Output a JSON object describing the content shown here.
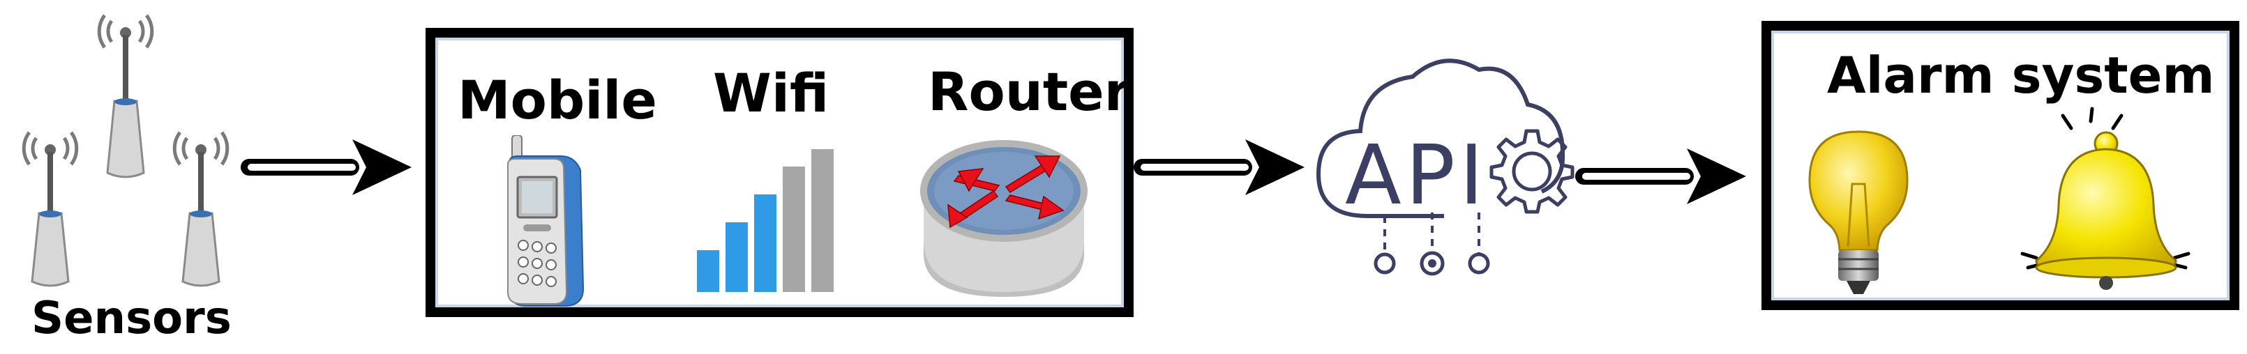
{
  "sensors": {
    "label": "Sensors"
  },
  "network": {
    "mobile_label": "Mobile",
    "wifi_label": "Wifi",
    "router_label": "Router",
    "wifi_bar_colors": [
      "#2f9be6",
      "#2f9be6",
      "#2f9be6",
      "#a6a6a6",
      "#a6a6a6"
    ]
  },
  "cloud": {
    "label": "API"
  },
  "alarm": {
    "label": "Alarm system"
  },
  "icons": [
    "antenna-icon",
    "mobile-phone-icon",
    "wifi-signal-icon",
    "router-icon",
    "cloud-api-icon",
    "gear-icon",
    "light-bulb-icon",
    "bell-icon"
  ]
}
